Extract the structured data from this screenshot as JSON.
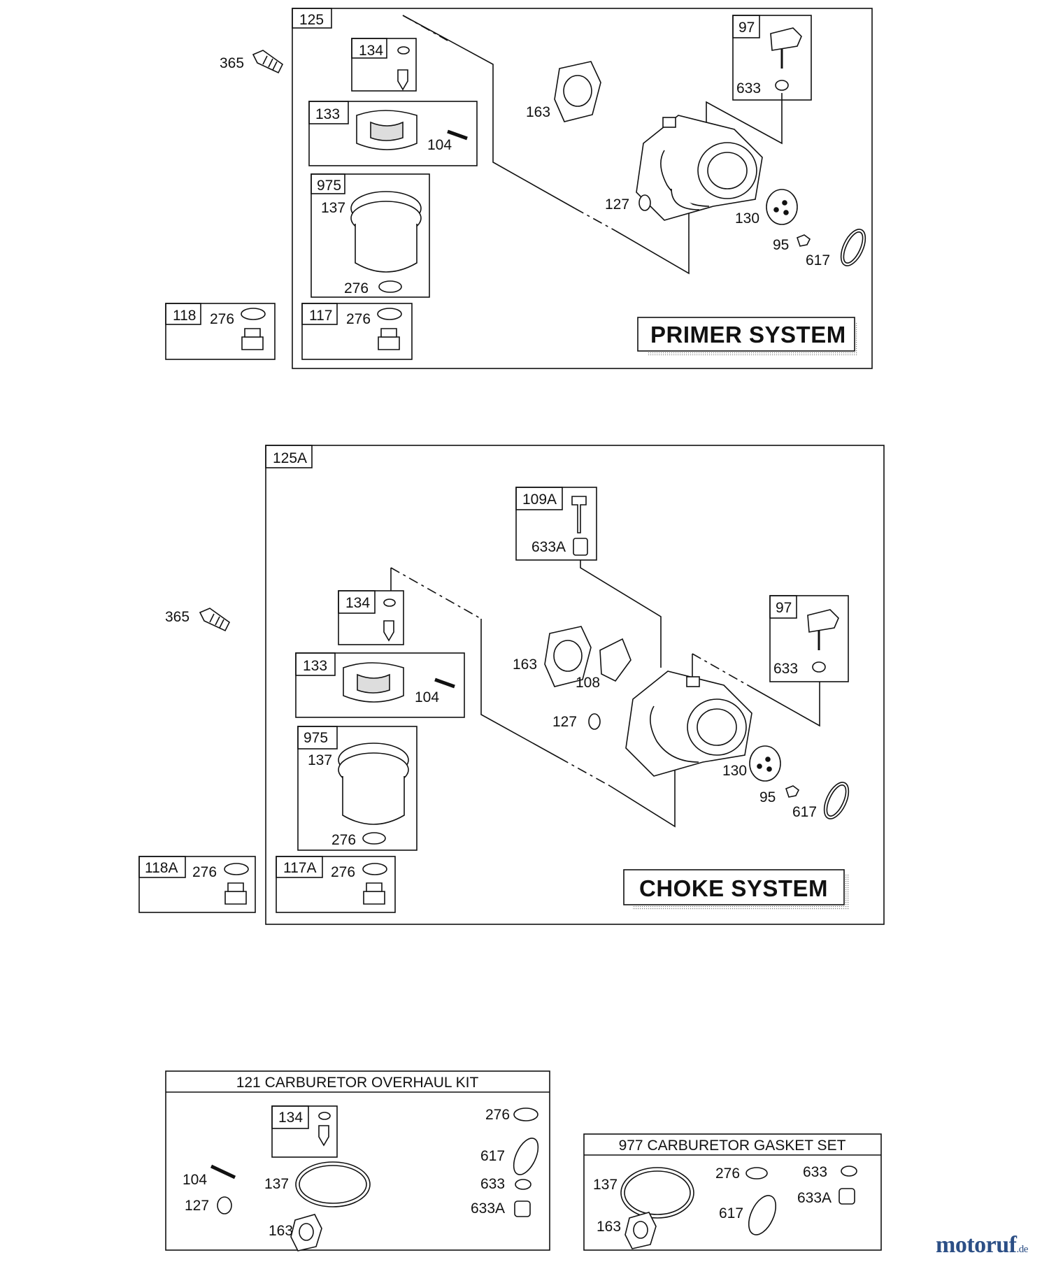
{
  "diagram": {
    "primer": {
      "assembly": "125",
      "title": "PRIMER SYSTEM",
      "parts": [
        "365",
        "134",
        "133",
        "104",
        "975",
        "137",
        "276",
        "118",
        "117",
        "163",
        "97",
        "633",
        "127",
        "130",
        "95",
        "617"
      ]
    },
    "choke": {
      "assembly": "125A",
      "title": "CHOKE SYSTEM",
      "parts": [
        "365",
        "109A",
        "633A",
        "134",
        "133",
        "104",
        "163",
        "108",
        "97",
        "633",
        "127",
        "975",
        "137",
        "276",
        "130",
        "95",
        "617",
        "118A",
        "117A"
      ]
    },
    "overhaul_kit": {
      "title": "121 CARBURETOR OVERHAUL KIT",
      "parts": [
        "134",
        "276",
        "617",
        "104",
        "137",
        "633",
        "127",
        "633A",
        "163"
      ]
    },
    "gasket_set": {
      "title": "977 CARBURETOR GASKET SET",
      "parts": [
        "137",
        "276",
        "633",
        "633A",
        "617",
        "163"
      ]
    }
  },
  "watermark": {
    "brand": "motoruf",
    "tld": ".de",
    "color": "#2c4f86"
  }
}
